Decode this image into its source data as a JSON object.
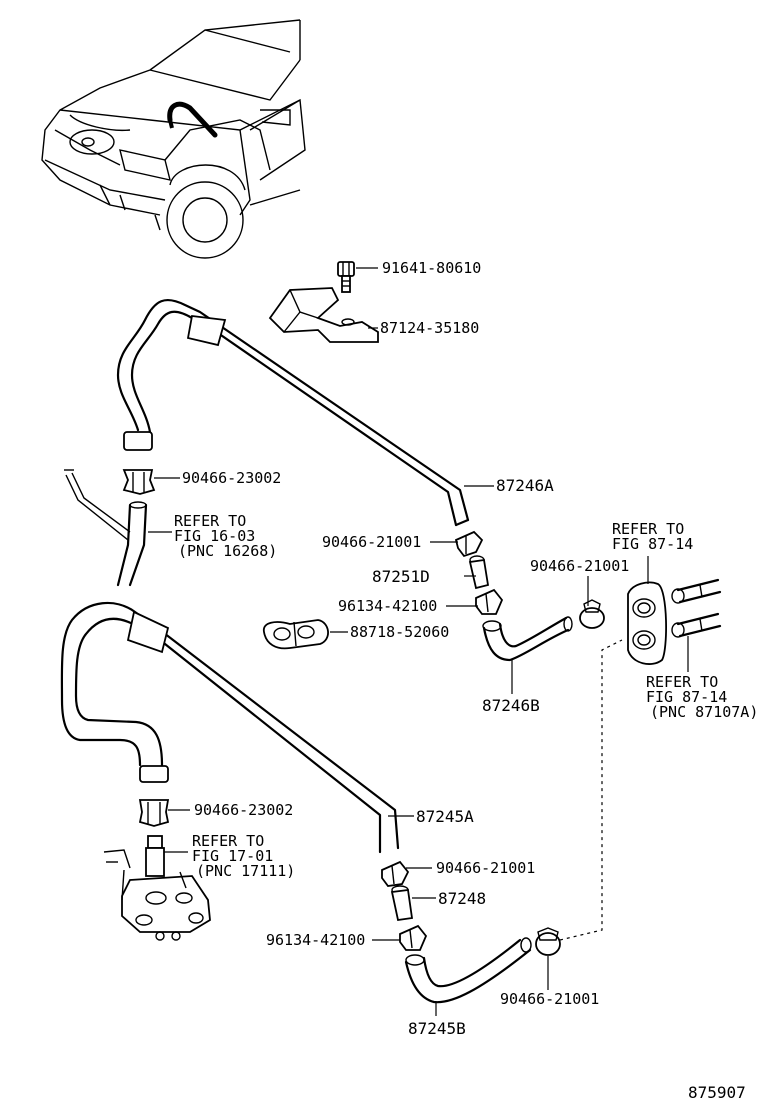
{
  "labels": {
    "bolt": "91641-80610",
    "bracket": "87124-35180",
    "hose_a": "87246A",
    "clamp_top_left": "90466-23002",
    "refer_engine_1": "REFER TO",
    "refer_engine_2": "FIG 16-03",
    "refer_engine_3": "(PNC 16268)",
    "clamp_mid_1": "90466-21001",
    "pipe_d": "87251D",
    "connector_1": "96134-42100",
    "clip": "88718-52060",
    "hose_b": "87246B",
    "clamp_right_1": "90466-21001",
    "refer_fig_top_1": "REFER TO",
    "refer_fig_top_2": "FIG 87-14",
    "refer_fig_bot_1": "REFER TO",
    "refer_fig_bot_2": "FIG 87-14",
    "refer_fig_bot_3": "(PNC 87107A)",
    "clamp_lower_left": "90466-23002",
    "refer_pump_1": "REFER TO",
    "refer_pump_2": "FIG 17-01",
    "refer_pump_3": "(PNC 17111)",
    "hose_c": "87245A",
    "clamp_mid_2": "90466-21001",
    "pipe_e": "87248",
    "connector_2": "96134-42100",
    "clamp_bottom": "90466-21001",
    "hose_d": "87245B",
    "figure_number": "875907"
  }
}
